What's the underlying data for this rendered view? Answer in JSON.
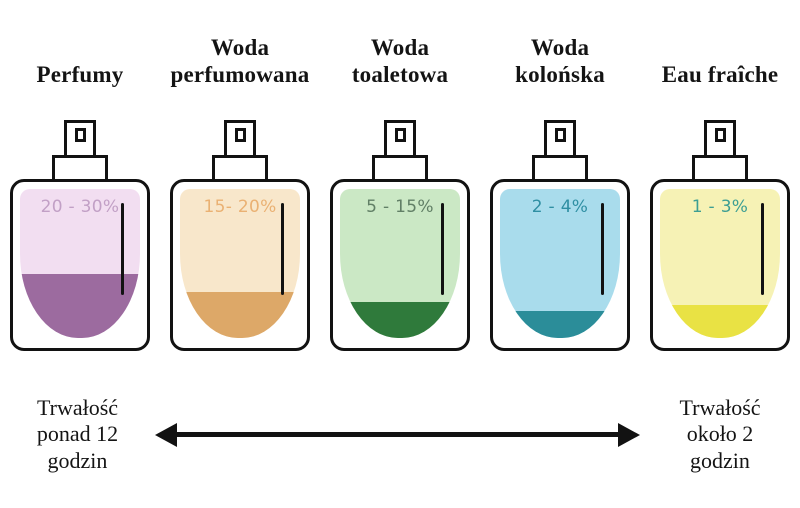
{
  "bottles": [
    {
      "title": "Perfumy",
      "percent": "20 - 30%",
      "light_color": "#f2def1",
      "dark_color": "#9c6b9f",
      "dark_height": "43%",
      "percent_color": "#c2a0c6"
    },
    {
      "title": "Woda\nperfumowana",
      "percent": "15- 20%",
      "light_color": "#f8e7cb",
      "dark_color": "#dda868",
      "dark_height": "31%",
      "percent_color": "#eab173"
    },
    {
      "title": "Woda\ntoaletowa",
      "percent": "5 - 15%",
      "light_color": "#cbe8c5",
      "dark_color": "#2f7a3b",
      "dark_height": "24%",
      "percent_color": "#617f66"
    },
    {
      "title": "Woda\nkolońska",
      "percent": "2 - 4%",
      "light_color": "#a9dcec",
      "dark_color": "#2b8d99",
      "dark_height": "18%",
      "percent_color": "#2f8fa3"
    },
    {
      "title": "Eau fraîche",
      "percent": "1 - 3%",
      "light_color": "#f6f2b5",
      "dark_color": "#e9e244",
      "dark_height": "22%",
      "percent_color": "#3d9e93"
    }
  ],
  "durability_left": "Trwałość\nponad 12\ngodzin",
  "durability_right": "Trwałość\nokoło 2\ngodzin"
}
